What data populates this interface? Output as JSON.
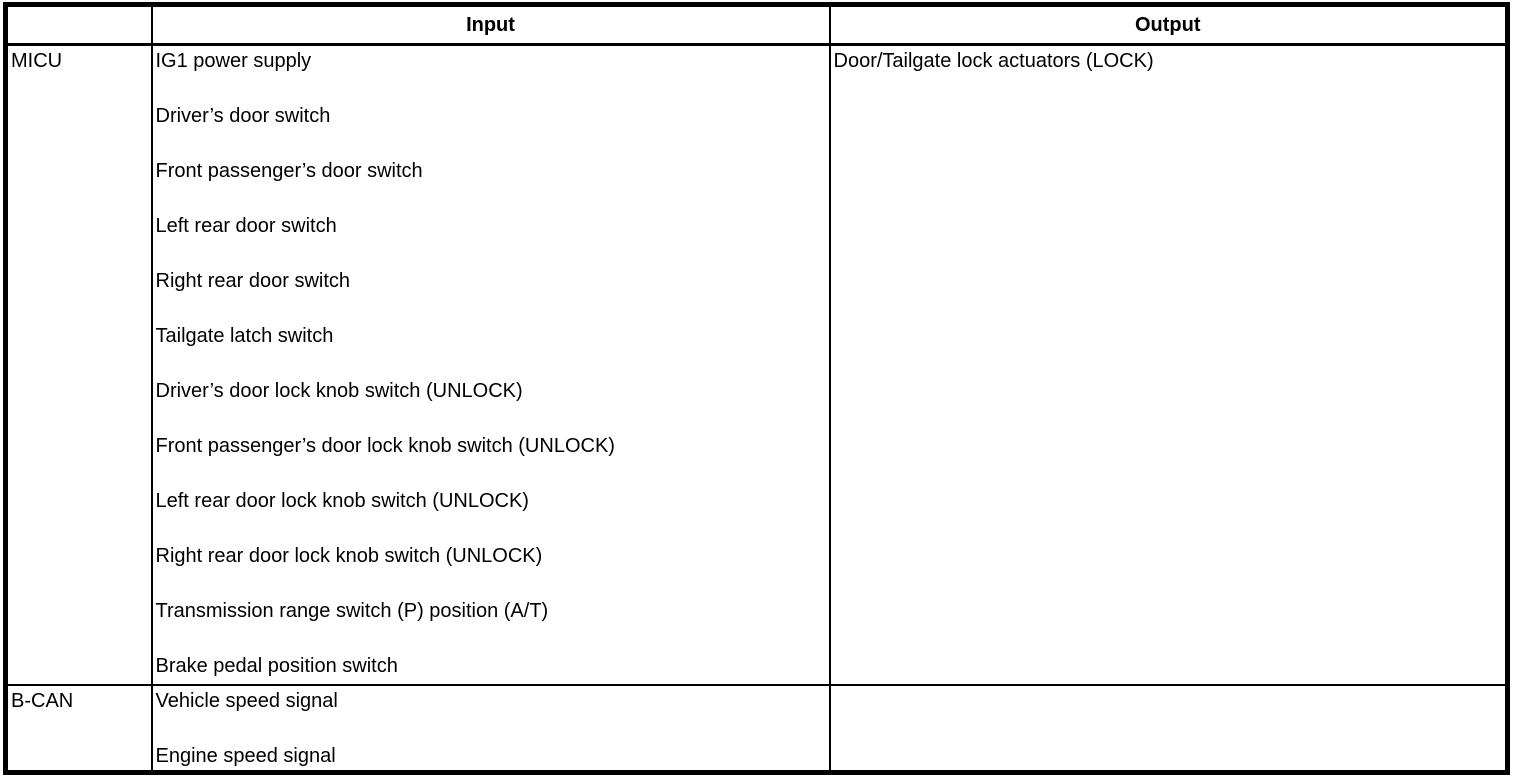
{
  "table": {
    "headers": {
      "source": "",
      "input": "Input",
      "output": "Output"
    },
    "rows": [
      {
        "source": "MICU",
        "inputs": [
          "IG1 power supply",
          "Driver’s door switch",
          "Front passenger’s door switch",
          "Left rear door switch",
          "Right rear door switch",
          "Tailgate latch switch",
          "Driver’s door lock knob switch (UNLOCK)",
          "Front passenger’s door lock knob switch (UNLOCK)",
          "Left rear door lock knob switch (UNLOCK)",
          "Right rear door lock knob switch (UNLOCK)",
          "Transmission range switch (P) position (A/T)",
          "Brake pedal position switch"
        ],
        "outputs": [
          "Door/Tailgate lock actuators (LOCK)"
        ]
      },
      {
        "source": "B-CAN",
        "inputs": [
          "Vehicle speed signal",
          "Engine speed signal"
        ],
        "outputs": []
      }
    ]
  },
  "colors": {
    "border": "#000000",
    "text": "#000000",
    "background": "#ffffff"
  }
}
